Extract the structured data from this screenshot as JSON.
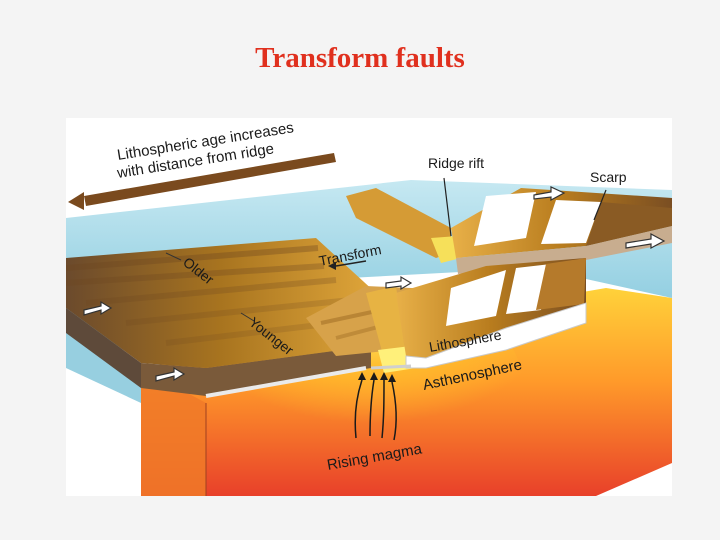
{
  "slide": {
    "title": "Transform faults"
  },
  "diagram": {
    "labels": {
      "age_line1": "Lithospheric age increases",
      "age_line2": "with distance from ridge",
      "ridge_rift": "Ridge rift",
      "scarp": "Scarp",
      "transform": "Transform",
      "older": "Older",
      "younger": "Younger",
      "lithosphere": "Lithosphere",
      "asthenosphere": "Asthenosphere",
      "rising_magma": "Rising magma"
    },
    "colors": {
      "title": "#e0301e",
      "water": "#a9dcea",
      "lithosphere": "#b8791f",
      "magma_hot": "#ffd23a",
      "magma_deep": "#e8402a"
    }
  }
}
